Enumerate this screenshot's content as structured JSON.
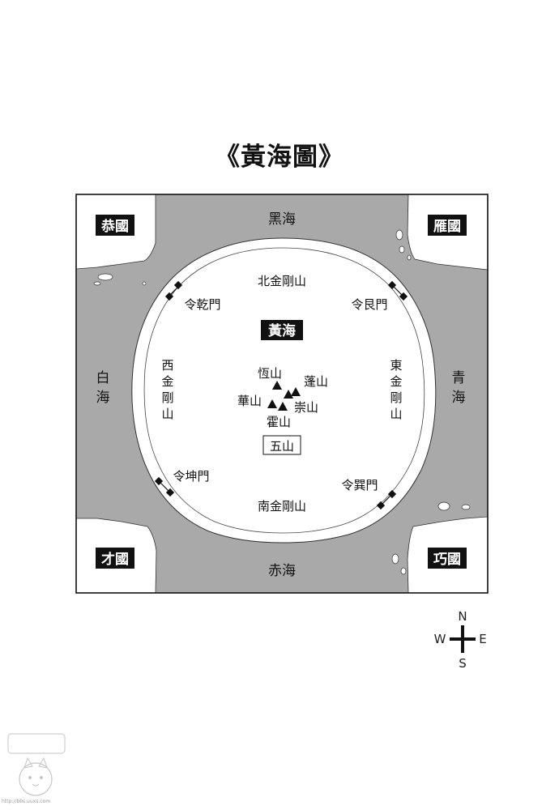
{
  "title": "《黃海圖》",
  "kingdoms": {
    "nw": "恭國",
    "ne": "雁國",
    "sw": "才國",
    "se": "巧國"
  },
  "seas": {
    "north": "黑海",
    "south": "赤海",
    "west": "白海",
    "east": "青海",
    "center": "黃海"
  },
  "mountain_ranges": {
    "north": "北金剛山",
    "south": "南金剛山",
    "west": "西金剛山",
    "east": "東金剛山"
  },
  "gates": {
    "nw": "令乾門",
    "ne": "令艮門",
    "sw": "令坤門",
    "se": "令巽門"
  },
  "peaks": {
    "north": "恆山",
    "east": "蓬山",
    "west": "華山",
    "southeast": "崇山",
    "south": "霍山",
    "group": "五山"
  },
  "compass": {
    "n": "N",
    "s": "S",
    "e": "E",
    "w": "W"
  },
  "colors": {
    "sea": "#a9a9a9",
    "land": "#ffffff",
    "border": "#222222",
    "label_box": "#111111"
  },
  "watermark_text": "http://bbs.uuxs.com"
}
